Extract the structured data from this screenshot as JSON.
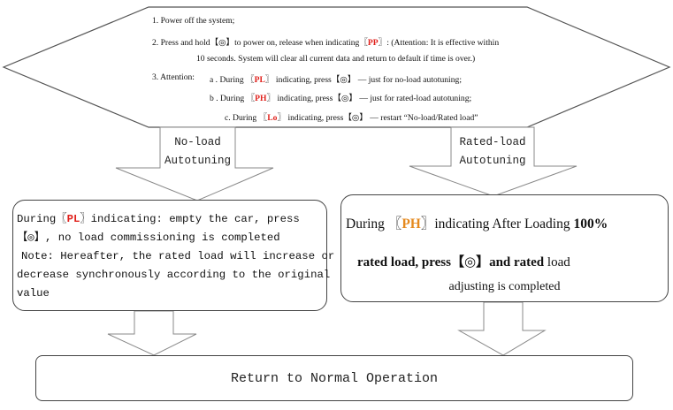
{
  "hexagon": {
    "step1": "1. Power off the system;",
    "step2_prefix": "2.  Press and hold【◎】to power on, release when indicating",
    "step2_code": "PP",
    "step2_suffix": ": (Attention: It is effective within",
    "step2_cont": "10 seconds. System will clear all current data and return to default if time is over.)",
    "step3_label": "3. Attention:",
    "step3a_prefix": "a . During",
    "step3a_code": "PL",
    "step3a_suffix": "indicating, press【◎】 — just for no-load autotuning;",
    "step3b_prefix": "b .   During",
    "step3b_code": "PH",
    "step3b_suffix": "indicating, press【◎】 — just for rated-load autotuning;",
    "step3c_prefix": "c.     During",
    "step3c_code": "Lo",
    "step3c_suffix": "indicating, press【◎】 — restart “No-load/Rated load”"
  },
  "branches": {
    "left_line1": "No-load",
    "left_line2": "Autotuning",
    "right_line1": "Rated-load",
    "right_line2": "Autotuning"
  },
  "left_box": {
    "line1_prefix": "During",
    "line1_code": "PL",
    "line1_suffix": "indicating: empty the car, press",
    "line2": "【◎】, no load commissioning is completed",
    "line3": "Note: Hereafter, the rated load will increase or",
    "line4": "decrease synchronously according to the original",
    "line5": "value"
  },
  "right_box": {
    "line1_prefix": "During",
    "line1_code": "PH",
    "line1_mid": "indicating  After Loading",
    "line1_bold": "100%",
    "line2_bold": "rated load, press【◎】and  rated",
    "line2_tail": "load",
    "line3": "adjusting is completed"
  },
  "bottom": {
    "label": "Return to Normal Operation"
  },
  "bracket": {
    "open": "〖",
    "close": "〗"
  }
}
